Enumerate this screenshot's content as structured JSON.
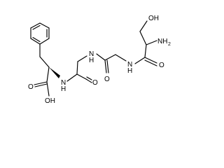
{
  "molecule": {
    "atom_labels": {
      "hydroxyl_top": "OH",
      "amino_n": "NH",
      "amino_h2": "2",
      "amide_n_right": "N",
      "amide_n_right_h": "H",
      "amide_o_right": "O",
      "amide_o_middle": "O",
      "amide_n_middle": "N",
      "amide_n_middle_h": "H",
      "amide_n_left": "N",
      "amide_n_left_h": "H",
      "amide_o_left": "O",
      "acid_o": "O",
      "acid_oh": "OH"
    }
  }
}
